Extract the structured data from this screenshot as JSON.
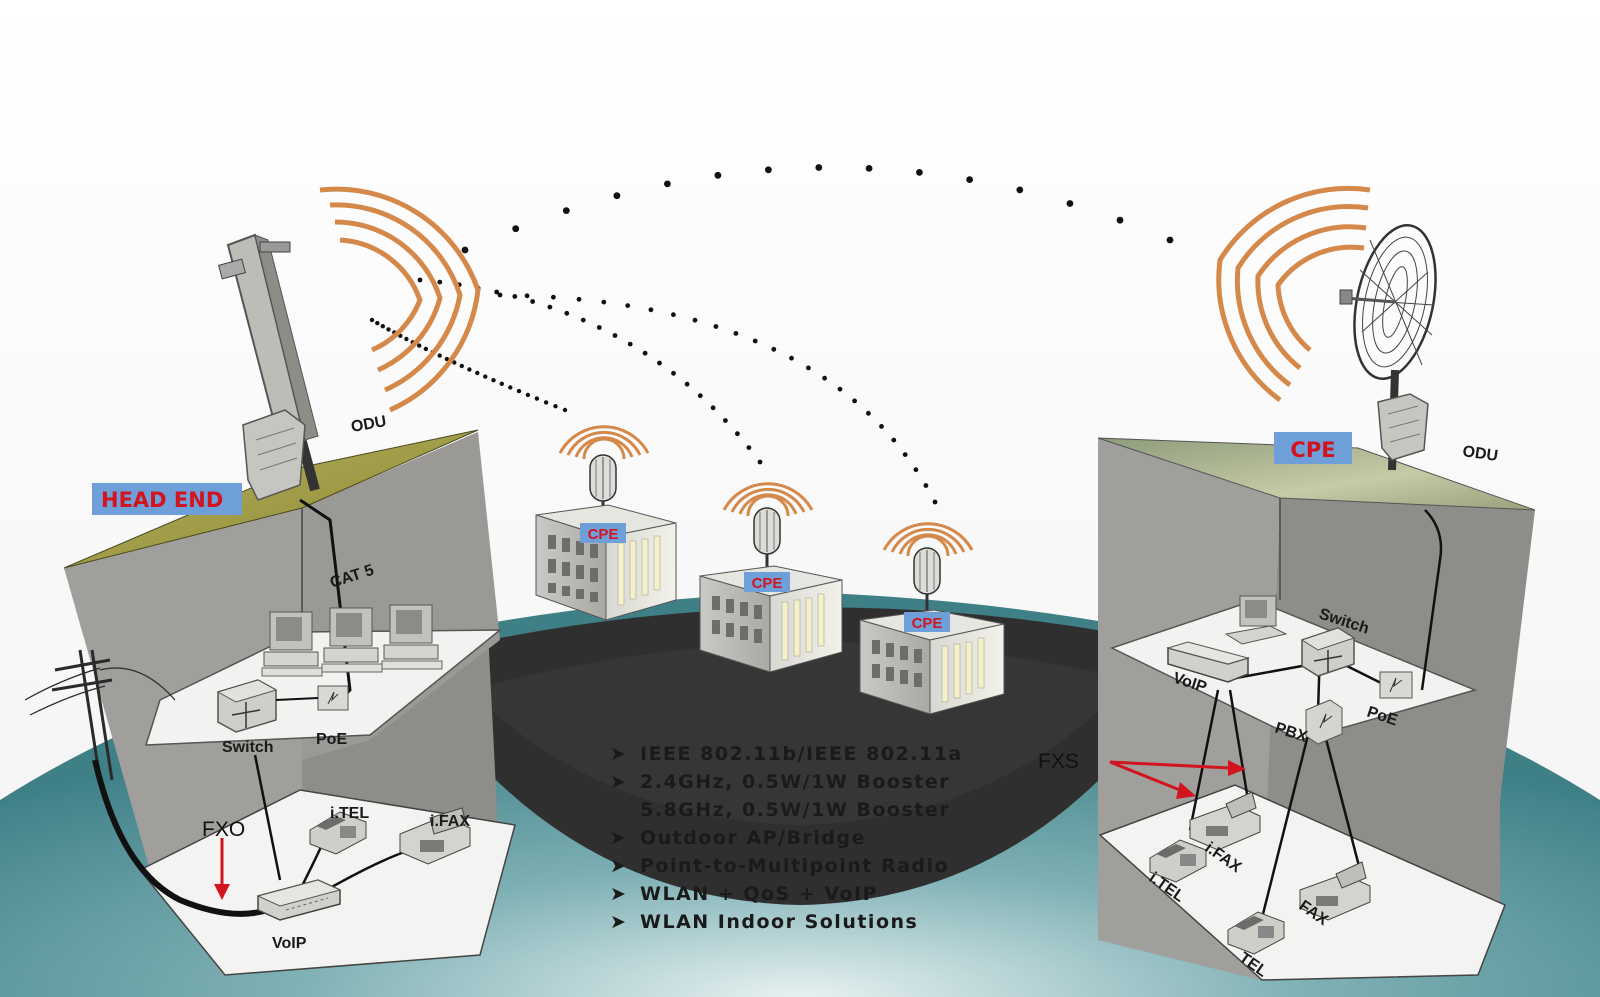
{
  "labels": {
    "head_end": "HEAD END",
    "odu_left": "ODU",
    "odu_right": "ODU",
    "cat5": "CAT 5",
    "switch_left": "Switch",
    "poe_left": "PoE",
    "fxo": "FXO",
    "itel_left": "i.TEL",
    "ifax_left": "i.FAX",
    "voip_left": "VoIP",
    "cpe_right": "CPE",
    "switch_right": "Switch",
    "voip_right": "VoIP",
    "poe_right": "PoE",
    "pbx": "PBX",
    "fxs": "FXS",
    "ifax_right": "i.FAX",
    "itel_right": "i.TEL",
    "fax_right": "FAX",
    "tel_right": "TEL",
    "cpe_building1": "CPE",
    "cpe_building2": "CPE",
    "cpe_building3": "CPE"
  },
  "features": [
    "IEEE 802.11b/IEEE 802.11a",
    "2.4GHz, 0.5W/1W Booster",
    "5.8GHz, 0.5W/1W Booster",
    "Outdoor AP/Bridge",
    "Point-to-Multipoint Radio",
    "WLAN + QoS + VoIP",
    "WLAN Indoor Solutions"
  ],
  "feature_bullets": [
    "➤",
    "➤",
    "",
    "➤",
    "➤",
    "➤",
    "➤"
  ],
  "icons": {
    "sector_antenna": "sector-antenna-icon",
    "grid_antenna": "grid-dish-antenna-icon",
    "panel_antenna": "panel-antenna-icon",
    "computer": "computer-icon",
    "phone": "telephone-icon",
    "fax": "fax-machine-icon",
    "network_switch": "network-switch-icon",
    "building": "office-building-icon",
    "utility_pole": "utility-pole-icon"
  },
  "colors": {
    "signal_wave": "#d4894a",
    "label_box": "#6f9fd8",
    "cpe_text": "#d2141e",
    "arrow": "#d2141e",
    "roof": "#a8a44a",
    "ground_teal": "#3f8087",
    "ground_dark": "#2d2d2d",
    "wall": "#a19f9b"
  }
}
